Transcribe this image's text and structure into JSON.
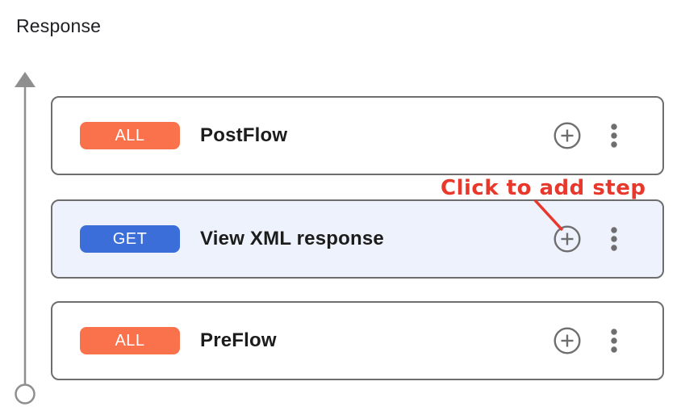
{
  "page": {
    "title": "Response"
  },
  "annotation": {
    "label": "Click to add step",
    "color": "#E8382C"
  },
  "flow": {
    "direction_arrow": "up-arrow-with-start-circle",
    "cards": [
      {
        "method": "ALL",
        "name": "PostFlow",
        "badge_color": "#F9724C",
        "selected": false,
        "background": "#FFFFFF"
      },
      {
        "method": "GET",
        "name": "View XML response",
        "badge_color": "#3C6ED9",
        "selected": true,
        "background": "#EEF2FC"
      },
      {
        "method": "ALL",
        "name": "PreFlow",
        "badge_color": "#F9724C",
        "selected": false,
        "background": "#FFFFFF"
      }
    ],
    "icons": {
      "add_step": "add-circle-icon",
      "more_options": "more-vert-kebab-icon"
    }
  },
  "colors": {
    "card_border": "#6E6E6E",
    "icon_gray": "#6E6E6E",
    "axis_gray": "#8F8F8F",
    "selected_card_bg": "#EEF2FC",
    "title_text": "#202124",
    "card_text": "#1C1C1C",
    "badge_orange": "#F9724C",
    "badge_blue": "#3C6ED9",
    "annotation_red": "#E8382C"
  }
}
